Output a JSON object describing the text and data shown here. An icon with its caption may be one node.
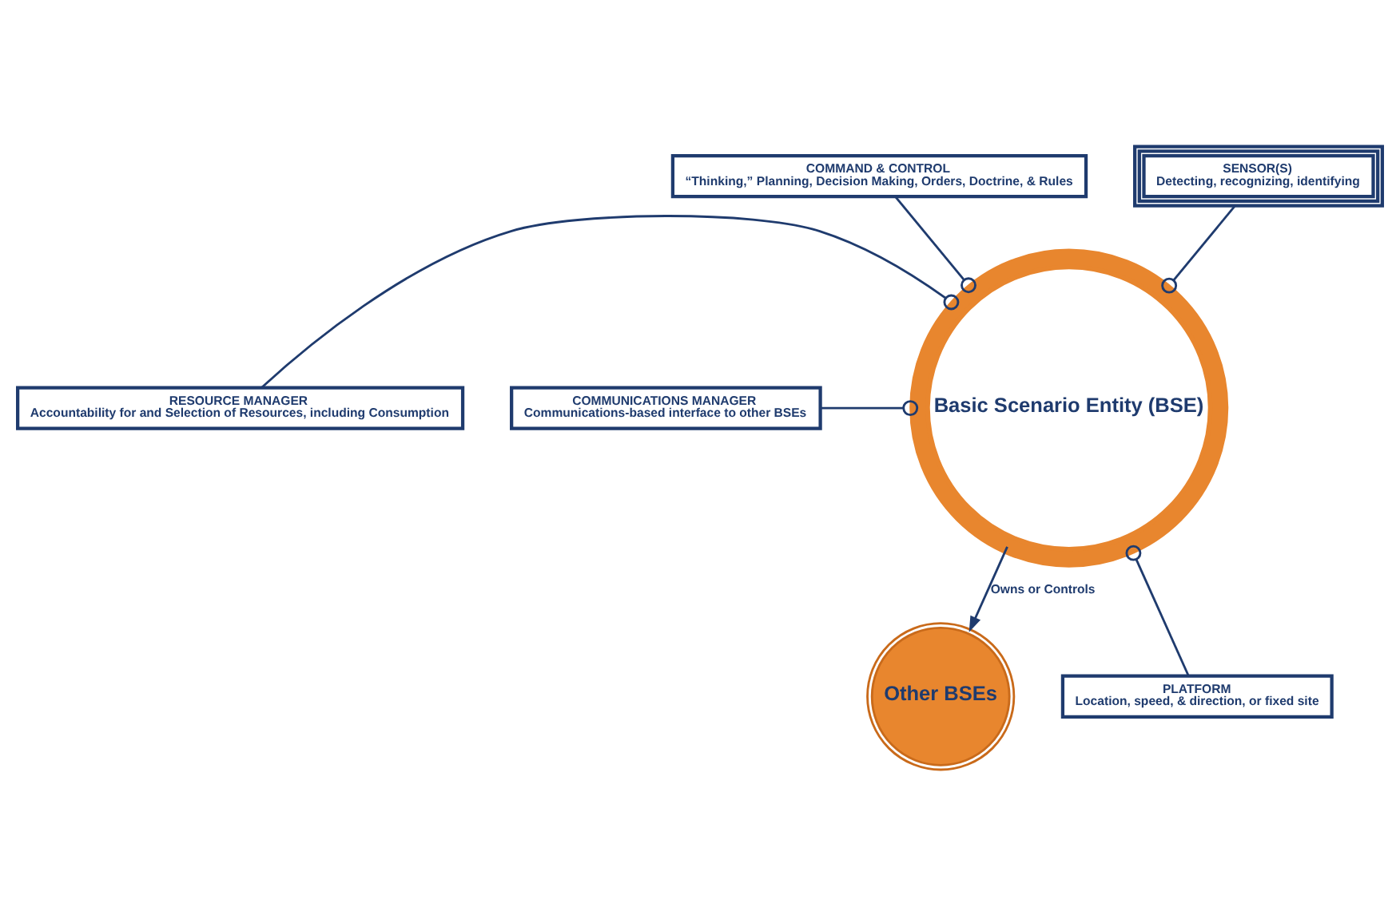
{
  "diagram": {
    "nodes": [
      {
        "text": [
          "Basic Scenario Entity (BSE)"
        ]
      },
      {
        "text": [
          "COMMAND & CONTROL",
          "“Thinking,” Planning, Decision Making, Orders, Doctrine, & Rules"
        ]
      },
      {
        "text": [
          "SENSOR(S)",
          "Detecting, recognizing, identifying"
        ]
      },
      {
        "text": [
          "RESOURCE MANAGER",
          "Accountability for and Selection of Resources, including Consumption"
        ]
      },
      {
        "text": [
          "COMMUNICATIONS MANAGER",
          "Communications-based interface to other BSEs"
        ]
      },
      {
        "text": [
          "PLATFORM",
          "Location, speed, & direction, or fixed site"
        ]
      },
      {
        "text": [
          "Other BSEs"
        ]
      }
    ],
    "edges": [
      {
        "from": 1,
        "to": 0,
        "arrow": "other"
      },
      {
        "from": 2,
        "to": 0,
        "arrow": "other"
      },
      {
        "from": 3,
        "to": 0,
        "arrow": "other"
      },
      {
        "from": 4,
        "to": 0,
        "arrow": "other"
      },
      {
        "from": 5,
        "to": 0,
        "arrow": "other"
      },
      {
        "from": 0,
        "to": 6,
        "arrow": "to",
        "label": "Owns or Controls"
      }
    ]
  }
}
